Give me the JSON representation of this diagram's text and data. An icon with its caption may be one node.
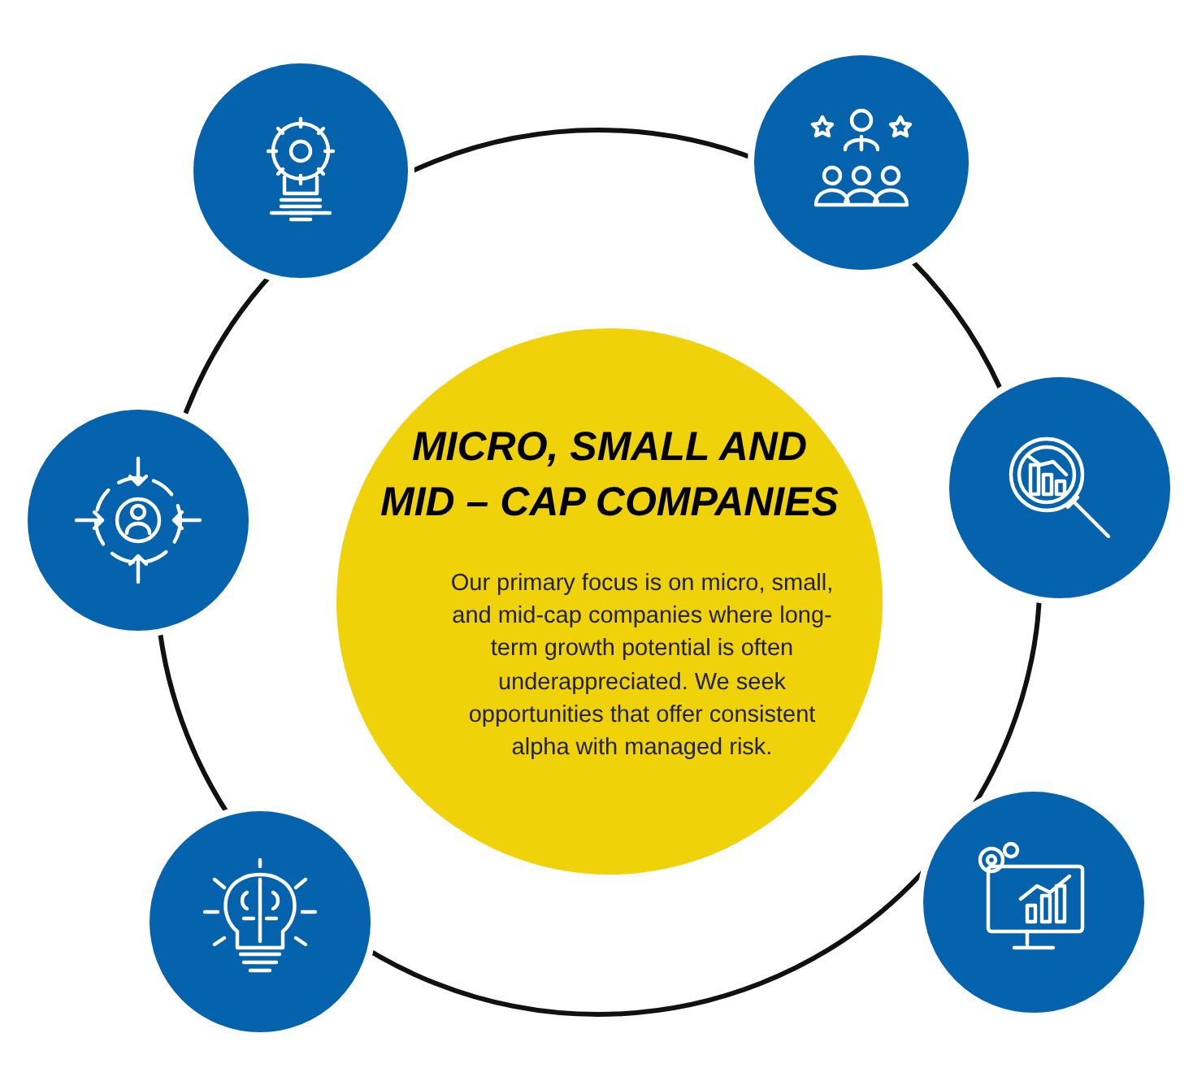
{
  "diagram": {
    "nodes": [
      {
        "text": [
          "MICRO, SMALL AND MID – CAP COMPANIES",
          "Our primary focus is on micro, small, and mid-cap companies where long-term growth potential is often underappreciated. We seek opportunities that offer consistent alpha with managed risk."
        ]
      },
      {
        "text": [],
        "shape": "circle"
      },
      {
        "text": [],
        "shape": "circle"
      },
      {
        "text": [],
        "shape": "circle"
      },
      {
        "text": [],
        "shape": "circle"
      },
      {
        "text": [],
        "shape": "circle"
      },
      {
        "text": [],
        "shape": "circle"
      }
    ]
  }
}
